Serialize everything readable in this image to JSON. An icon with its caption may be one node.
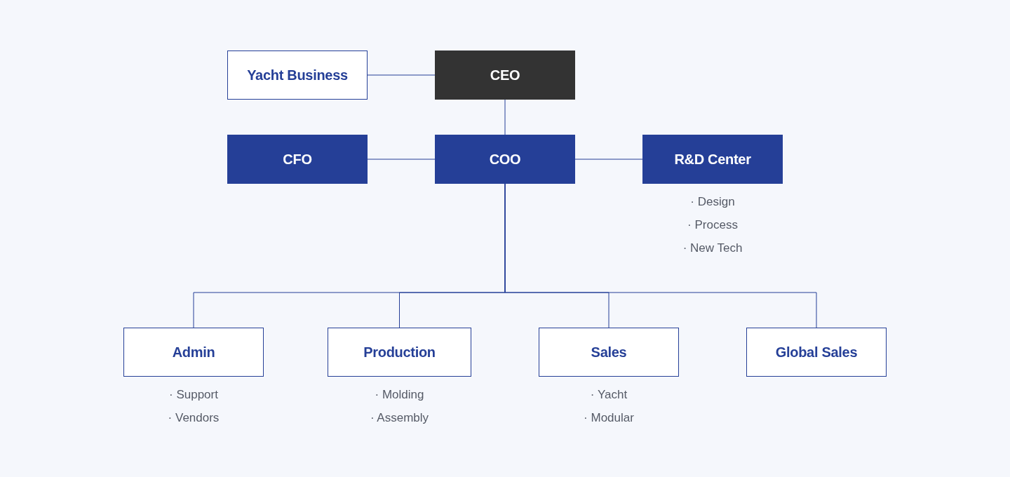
{
  "diagram": {
    "nodes": [
      {
        "text": [
          "Yacht Business"
        ]
      },
      {
        "text": [
          "CEO"
        ]
      },
      {
        "text": [
          "CFO"
        ]
      },
      {
        "text": [
          "COO"
        ]
      },
      {
        "text": [
          "R&D Center"
        ],
        "beside": [
          "· Design",
          "· Process",
          "· New Tech"
        ]
      },
      {
        "text": [
          "Admin"
        ],
        "beside": [
          "· Support",
          "· Vendors"
        ]
      },
      {
        "text": [
          "Production"
        ],
        "beside": [
          "· Molding",
          "· Assembly"
        ]
      },
      {
        "text": [
          "Sales"
        ],
        "beside": [
          "· Yacht",
          "· Modular"
        ]
      },
      {
        "text": [
          "Global Sales"
        ]
      }
    ],
    "edges": [
      {
        "from": 0,
        "to": 1,
        "arrow": "none"
      },
      {
        "from": 1,
        "to": 3,
        "arrow": "none"
      },
      {
        "from": 2,
        "to": 3,
        "arrow": "none"
      },
      {
        "from": 3,
        "to": 4,
        "arrow": "none"
      },
      {
        "from": 3,
        "to": 5,
        "arrow": "none"
      },
      {
        "from": 3,
        "to": 6,
        "arrow": "none"
      },
      {
        "from": 3,
        "to": 7,
        "arrow": "none"
      },
      {
        "from": 3,
        "to": 8,
        "arrow": "none"
      }
    ]
  }
}
